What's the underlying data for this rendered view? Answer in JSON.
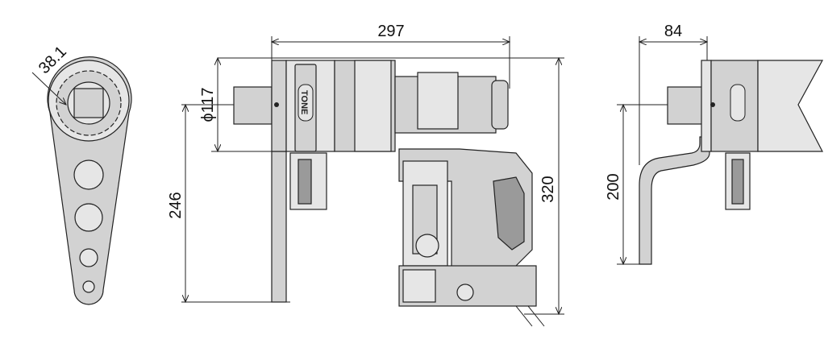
{
  "drawing": {
    "brand": "TONE",
    "dimensions": {
      "socket_square": "38.1",
      "length": "297",
      "head_diameter": "ϕ117",
      "arm_height": "246",
      "total_height": "320",
      "arm_offset": "84",
      "arm_length": "200"
    },
    "colors": {
      "body": "#d2d2d2",
      "line": "#222222"
    }
  }
}
